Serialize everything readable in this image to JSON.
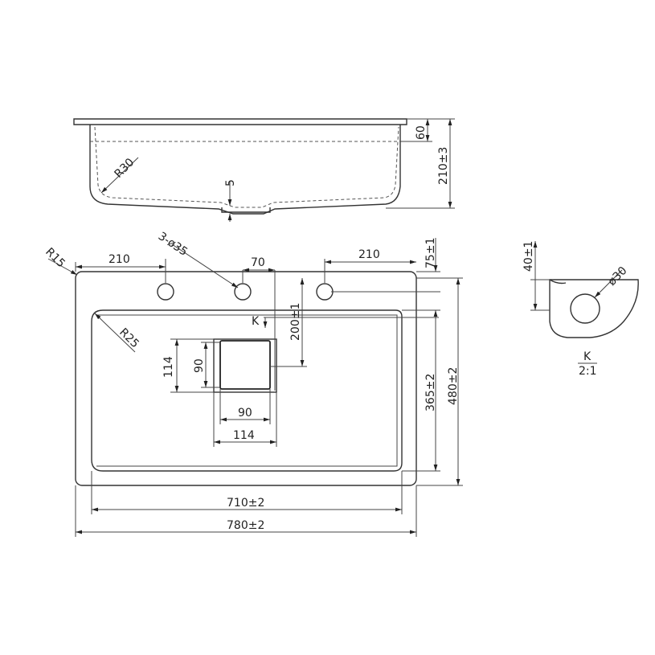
{
  "colors": {
    "line": "#333333",
    "background": "#ffffff"
  },
  "side_view": {
    "depth_total": "210±3",
    "rim_height": "60",
    "inner_radius": "R30",
    "drain_depth": "5"
  },
  "top_view": {
    "corner_radius_outer": "R15",
    "corner_radius_inner": "R25",
    "hole_spec": "3-ø35",
    "hole_offset_left": "210",
    "hole_offset_right": "210",
    "hole_spacing": "70",
    "hole_row_offset": "75±1",
    "drain_offset": "200±1",
    "section_mark": "K",
    "drain_outer_h": "114",
    "drain_inner_h": "90",
    "drain_inner_w": "90",
    "drain_outer_w": "114",
    "inner_depth": "365±2",
    "outer_depth": "480±2",
    "inner_width": "710±2",
    "outer_width": "780±2"
  },
  "detail_k": {
    "height": "40±1",
    "hole_diameter": "ø30",
    "label": "K",
    "scale": "2:1"
  }
}
